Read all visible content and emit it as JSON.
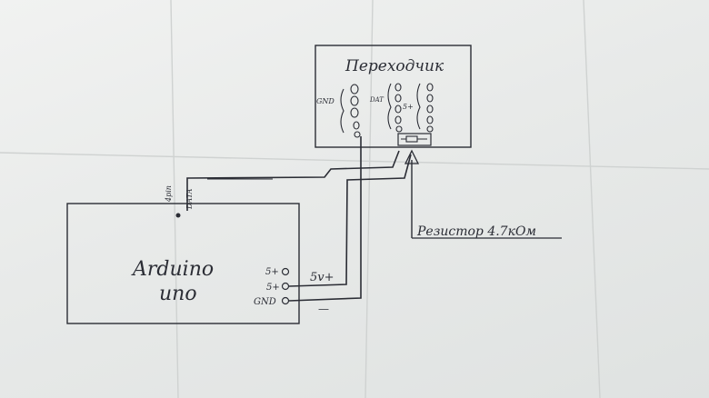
{
  "adapter": {
    "title": "Переходчик",
    "gnd_label": "GND",
    "dat_label": "DAT",
    "plus_label": "5+"
  },
  "arduino": {
    "name_line1": "Arduino",
    "name_line2": "uno",
    "pin_label": "4pin",
    "data_label": "DATA",
    "pins": [
      "5+",
      "5+",
      "GND"
    ]
  },
  "wires": {
    "voltage_label": "5v+",
    "minus_label": "—"
  },
  "resistor": {
    "label": "Резистор 4.7кОм"
  },
  "colors": {
    "ink": "#2b2d35",
    "paper": "#eceeed"
  }
}
